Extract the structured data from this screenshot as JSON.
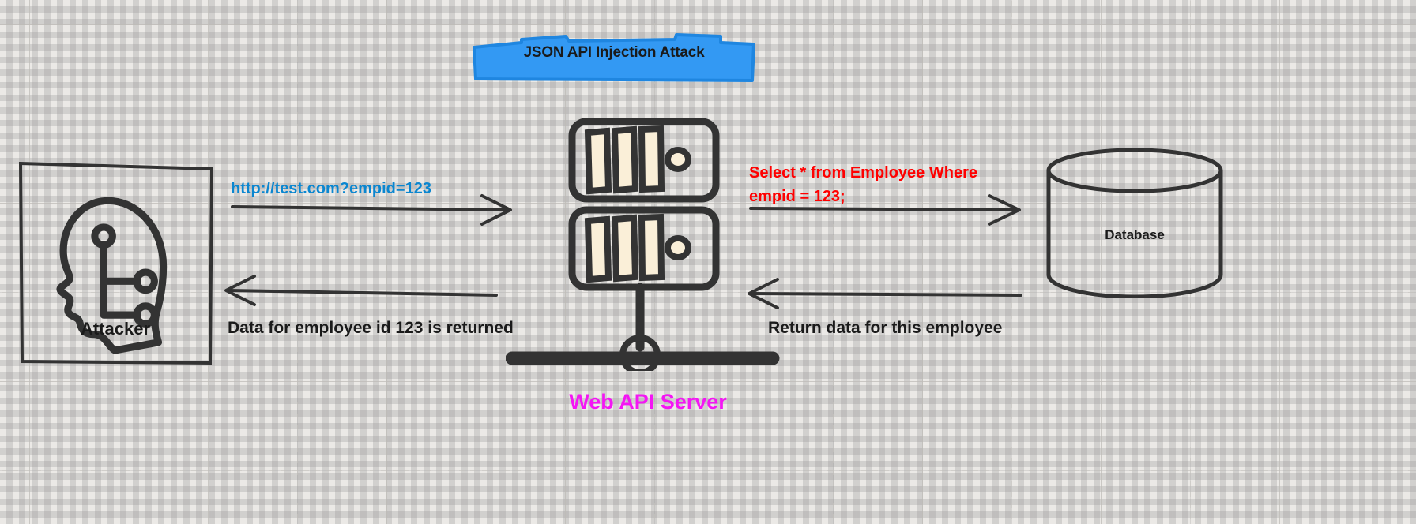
{
  "diagram": {
    "background_color": "#ebe9e6",
    "banner": {
      "text": "JSON API Injection Attack",
      "fill": "#3399f3",
      "stroke": "#1f86e0",
      "text_color": "#1a1a1a"
    },
    "nodes": {
      "attacker": {
        "label": "Attacker",
        "icon": "hacker-head-icon",
        "shape": "rectangle",
        "stroke": "#333333"
      },
      "web_api_server": {
        "label": "Web API Server",
        "icon": "server-rack-icon",
        "label_color": "#f416f4",
        "accent_fill": "#faefd8",
        "stroke": "#333333"
      },
      "database": {
        "label": "Database",
        "icon": "cylinder-icon",
        "shape": "cylinder",
        "stroke": "#333333"
      }
    },
    "edges": [
      {
        "id": "request",
        "label": "http://test.com?empid=123",
        "label_color": "#0a86d0",
        "from": "attacker",
        "to": "web_api_server",
        "direction": "right"
      },
      {
        "id": "query",
        "label": "Select * from Employee Where\nempid = 123;",
        "label_line1": "Select * from Employee Where",
        "label_line2": "empid = 123;",
        "label_color": "#ff0000",
        "from": "web_api_server",
        "to": "database",
        "direction": "right"
      },
      {
        "id": "db-response",
        "label": "Return data for this employee",
        "label_color": "#1a1a1a",
        "from": "database",
        "to": "web_api_server",
        "direction": "left"
      },
      {
        "id": "api-response",
        "label": "Data for employee id 123 is returned",
        "label_color": "#1a1a1a",
        "from": "web_api_server",
        "to": "attacker",
        "direction": "left"
      }
    ]
  }
}
